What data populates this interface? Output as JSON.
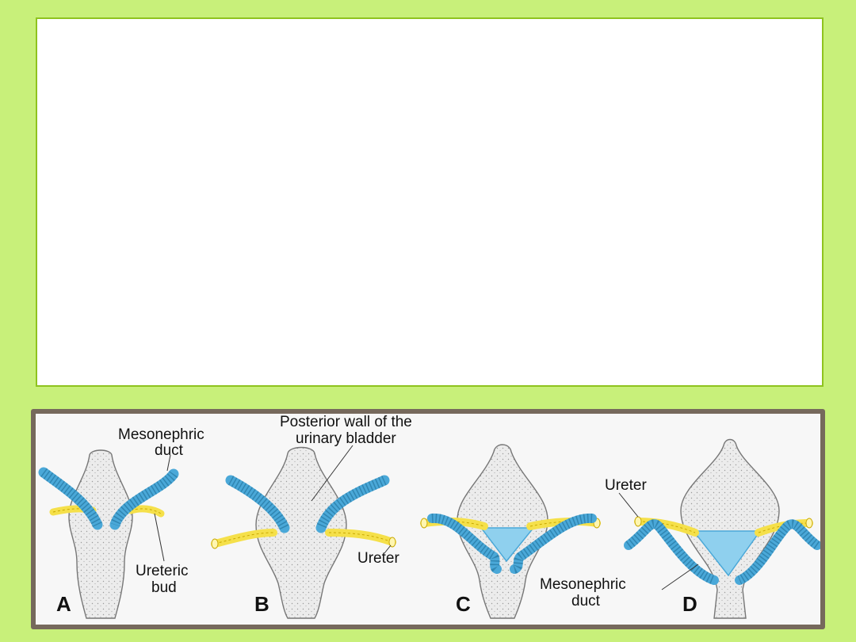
{
  "diagram": {
    "labels": {
      "mesonephric_duct_a_line1": "Mesonephric",
      "mesonephric_duct_a_line2": "duct",
      "ureteric_bud_line1": "Ureteric",
      "ureteric_bud_line2": "bud",
      "posterior_wall_line1": "Posterior wall of the",
      "posterior_wall_line2": "urinary bladder",
      "ureter_b": "Ureter",
      "ureter_d": "Ureter",
      "mesonephric_duct_d_line1": "Mesonephric",
      "mesonephric_duct_d_line2": "duct"
    },
    "panel_letters": [
      "A",
      "B",
      "C",
      "D"
    ],
    "colors": {
      "duct": "#4aa8d8",
      "ureter": "#f5e04a",
      "trigone": "#8fd0ee",
      "bladder": "#ebebeb"
    }
  }
}
